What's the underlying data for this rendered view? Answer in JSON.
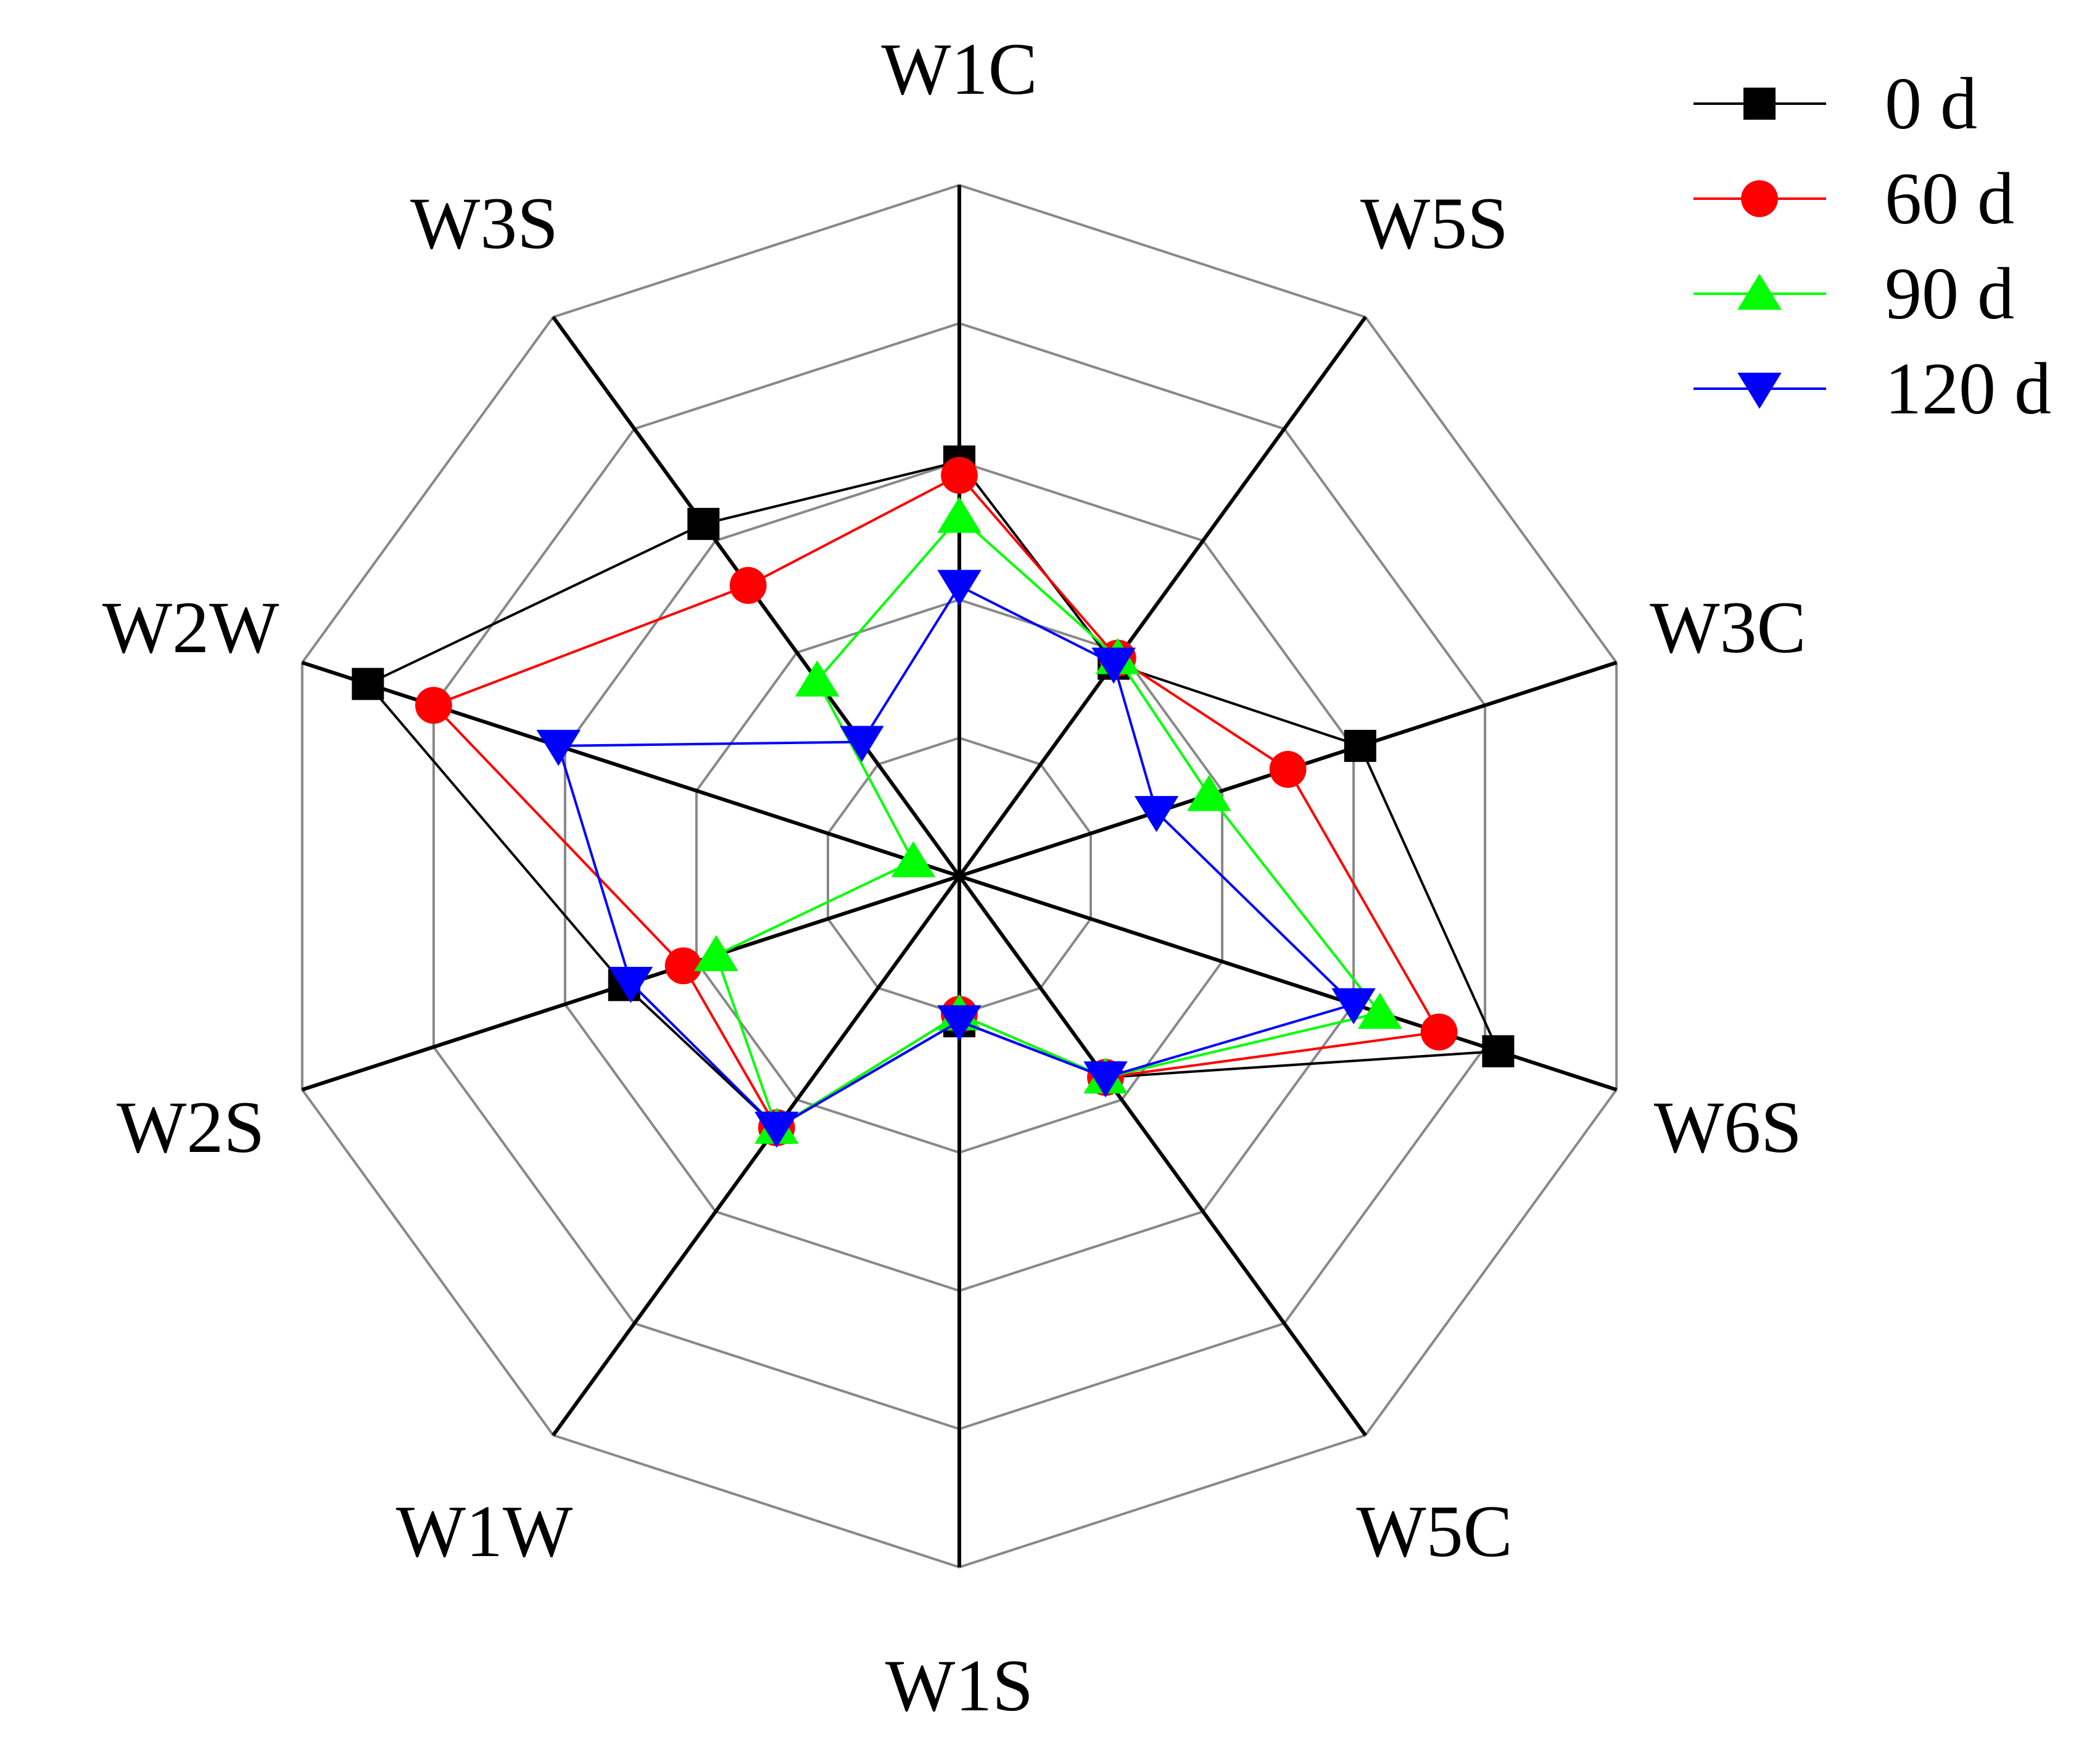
{
  "chart_data": {
    "type": "radar",
    "categories": [
      "W1C",
      "W5S",
      "W3C",
      "W6S",
      "W5C",
      "W1S",
      "W1W",
      "W2S",
      "W2W",
      "W3S"
    ],
    "rlim": [
      0,
      5
    ],
    "ring_count": 5,
    "grid": true,
    "legend": "top-right",
    "series": [
      {
        "name": "0 d",
        "color": "#000000",
        "marker": "square",
        "values": [
          3.0,
          1.9,
          3.05,
          4.1,
          1.8,
          1.05,
          2.25,
          2.55,
          4.5,
          3.15
        ]
      },
      {
        "name": "60 d",
        "color": "#ff0000",
        "marker": "circle",
        "values": [
          2.9,
          1.95,
          2.5,
          3.65,
          1.8,
          1.0,
          2.25,
          2.1,
          4.0,
          2.6
        ]
      },
      {
        "name": "90 d",
        "color": "#00ff00",
        "marker": "triangle-up",
        "values": [
          2.6,
          1.95,
          1.9,
          3.2,
          1.8,
          1.0,
          2.25,
          1.85,
          0.35,
          1.75
        ]
      },
      {
        "name": "120 d",
        "color": "#0000ff",
        "marker": "triangle-down",
        "values": [
          2.1,
          1.9,
          1.5,
          3.0,
          1.8,
          1.05,
          2.25,
          2.5,
          3.05,
          1.2
        ]
      }
    ]
  }
}
